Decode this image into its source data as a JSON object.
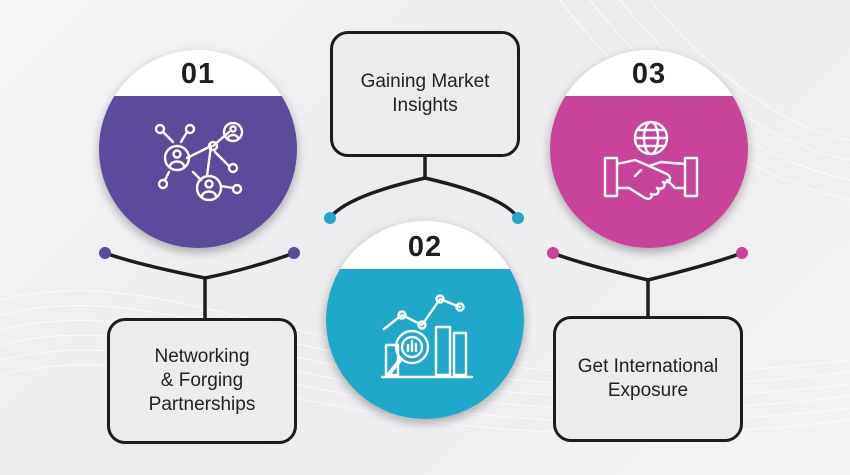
{
  "colors": {
    "purple": "#5c4a9c",
    "teal": "#1fa8c9",
    "magenta": "#c8449a",
    "outline": "#1d1d1d",
    "box_fill": "#ececec"
  },
  "items": [
    {
      "number": "01",
      "label_lines": [
        "Networking",
        "& Forging",
        "Partnerships"
      ],
      "icon": "network-people-icon",
      "color": "#5c4a9c"
    },
    {
      "number": "02",
      "label_lines": [
        "Gaining Market",
        "Insights"
      ],
      "icon": "market-analytics-icon",
      "color": "#1fa8c9"
    },
    {
      "number": "03",
      "label_lines": [
        "Get International",
        "Exposure"
      ],
      "icon": "globe-handshake-icon",
      "color": "#c8449a"
    }
  ]
}
